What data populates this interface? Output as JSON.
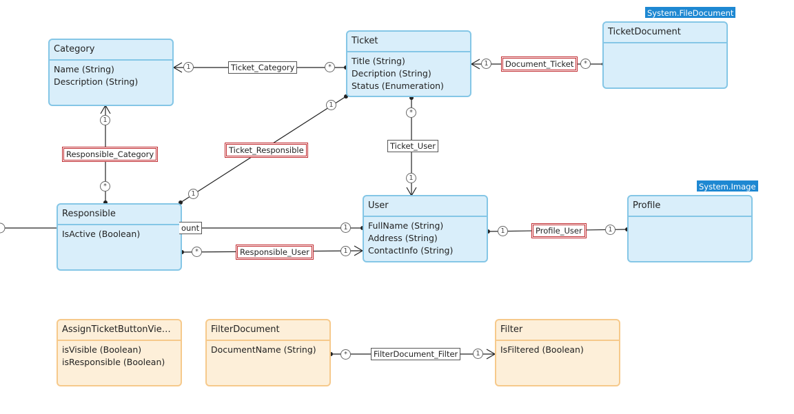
{
  "entities": {
    "category": {
      "name": "Category",
      "attrs": [
        "Name (String)",
        "Description (String)"
      ]
    },
    "ticket": {
      "name": "Ticket",
      "attrs": [
        "Title (String)",
        "Decription (String)",
        "Status (Enumeration)"
      ]
    },
    "ticketdocument": {
      "name": "TicketDocument",
      "attrs": [],
      "generalization": "System.FileDocument"
    },
    "responsible": {
      "name": "Responsible",
      "attrs": [
        "IsActive (Boolean)"
      ]
    },
    "user": {
      "name": "User",
      "attrs": [
        "FullName (String)",
        "Address (String)",
        "ContactInfo (String)"
      ]
    },
    "profile": {
      "name": "Profile",
      "attrs": [],
      "generalization": "System.Image"
    },
    "assignticket": {
      "name": "AssignTicketButtonViewM...",
      "attrs": [
        "isVisible (Boolean)",
        "isResponsible (Boolean)"
      ]
    },
    "filterdocument": {
      "name": "FilterDocument",
      "attrs": [
        "DocumentName (String)"
      ]
    },
    "filter": {
      "name": "Filter",
      "attrs": [
        "IsFiltered (Boolean)"
      ]
    }
  },
  "associations": {
    "ticket_category": "Ticket_Category",
    "document_ticket": "Document_Ticket",
    "responsible_category": "Responsible_Category",
    "ticket_responsible": "Ticket_Responsible",
    "ticket_user": "Ticket_User",
    "account_partial": "ount",
    "responsible_user": "Responsible_User",
    "profile_user": "Profile_User",
    "filterdocument_filter": "FilterDocument_Filter"
  },
  "multiplicity": {
    "one": "1",
    "many": "*"
  },
  "colors": {
    "persistent_fill": "#d9eefa",
    "persistent_border": "#84c6e6",
    "nonpersistent_fill": "#fdefd9",
    "nonpersistent_border": "#f6c98b",
    "generalization_badge": "#1e88d2",
    "selection": "#c0282d"
  }
}
